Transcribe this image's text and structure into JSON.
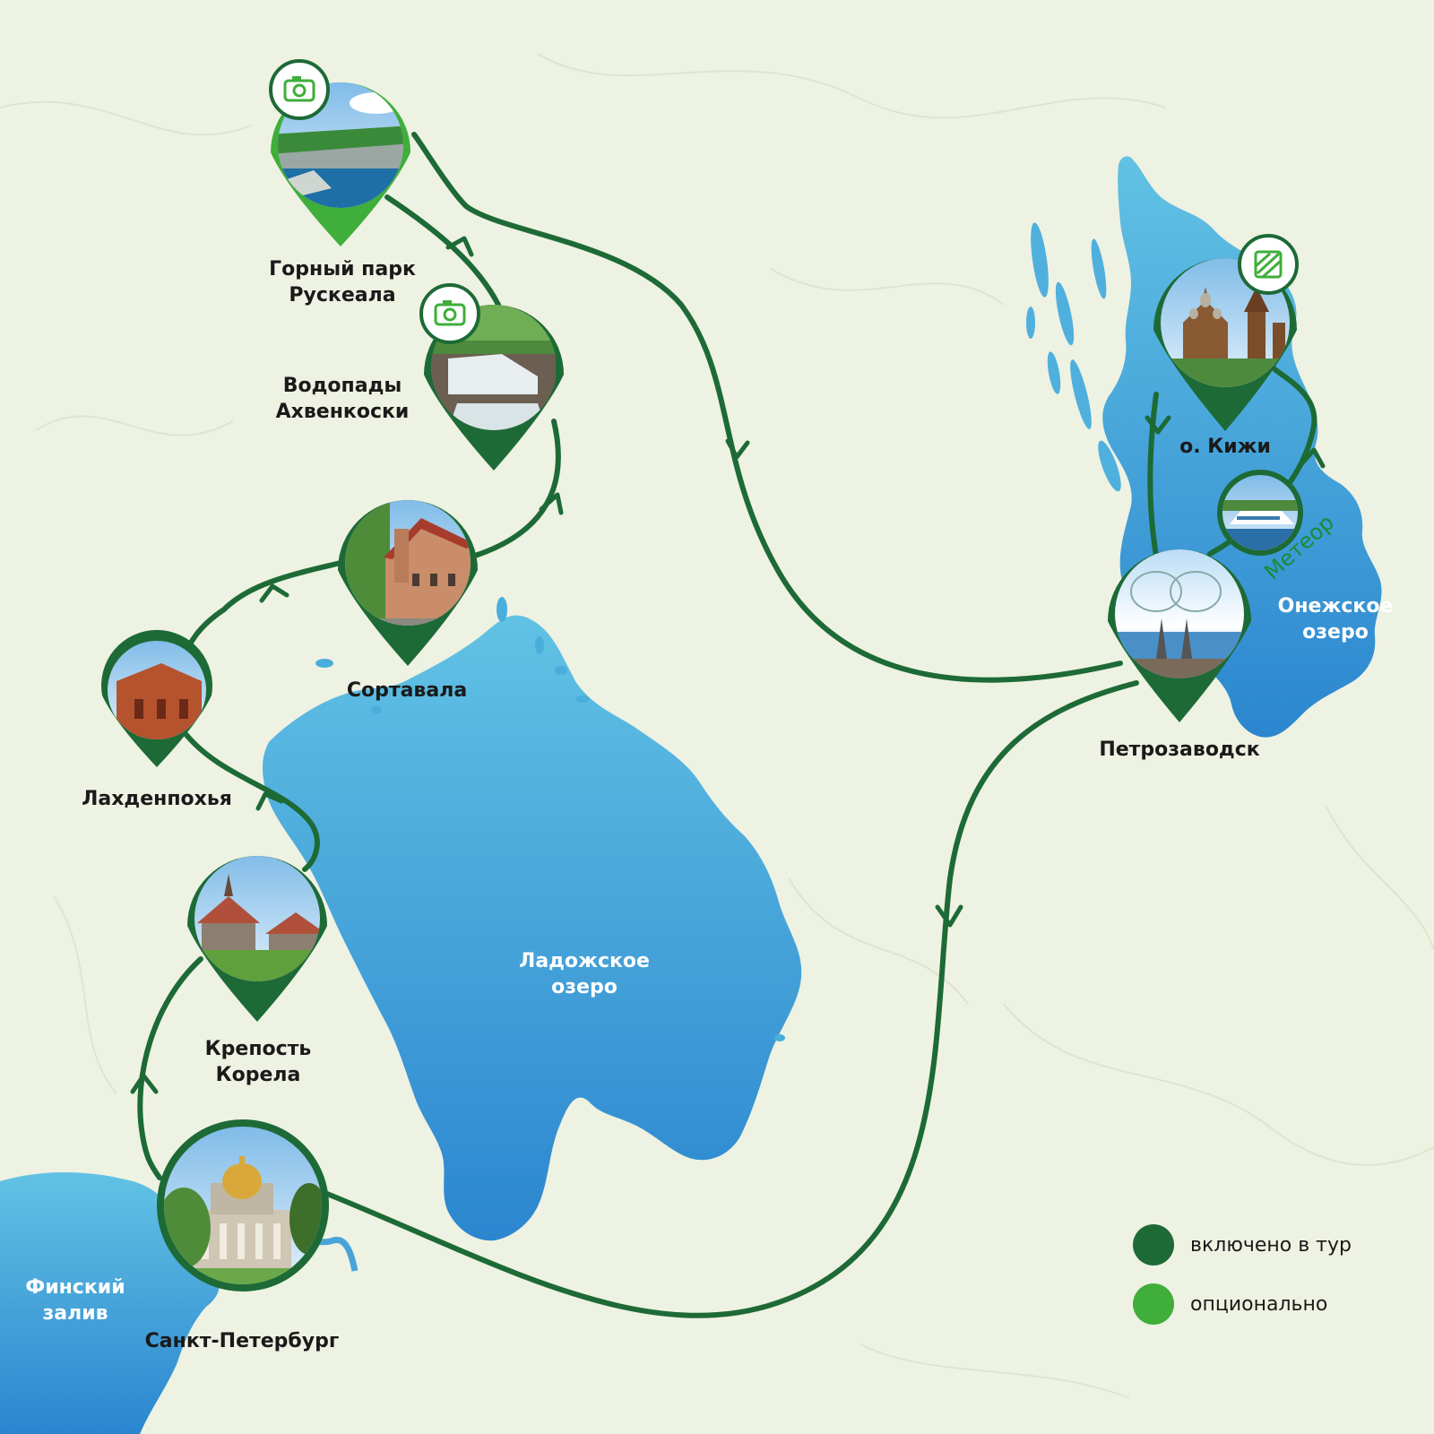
{
  "colors": {
    "background": "#eef2e2",
    "route_line": "#1d6a36",
    "included": "#1d6a36",
    "optional": "#3fae3a",
    "water_top": "#62c2e4",
    "water_bottom": "#2b86cf"
  },
  "lakes": {
    "ladoga": [
      "Ладожское",
      "озеро"
    ],
    "onega": [
      "Онежское",
      "озеро"
    ],
    "gulf": [
      "Финский",
      "залив"
    ],
    "meteor": "Метеор"
  },
  "stops": {
    "ruskeala": {
      "lines": [
        "Горный парк",
        "Рускеала"
      ],
      "type": "optional",
      "badge": "camera-icon"
    },
    "ahvenkoski": {
      "lines": [
        "Водопады",
        "Ахвенкоски"
      ],
      "type": "optional",
      "badge": "camera-icon"
    },
    "sortavala": {
      "lines": [
        "Сортавала"
      ],
      "type": "included"
    },
    "lahdenpohja": {
      "lines": [
        "Лахденпохья"
      ],
      "type": "included"
    },
    "korela": {
      "lines": [
        "Крепость",
        "Корела"
      ],
      "type": "included"
    },
    "spb": {
      "lines": [
        "Санкт-Петербург"
      ],
      "type": "included"
    },
    "petrozavodsk": {
      "lines": [
        "Петрозаводск"
      ],
      "type": "included"
    },
    "kizhi": {
      "lines": [
        "о. Кижи"
      ],
      "type": "included",
      "badge": "wooden-church-icon"
    }
  },
  "legend": {
    "included": "включено в тур",
    "optional": "опционально"
  }
}
